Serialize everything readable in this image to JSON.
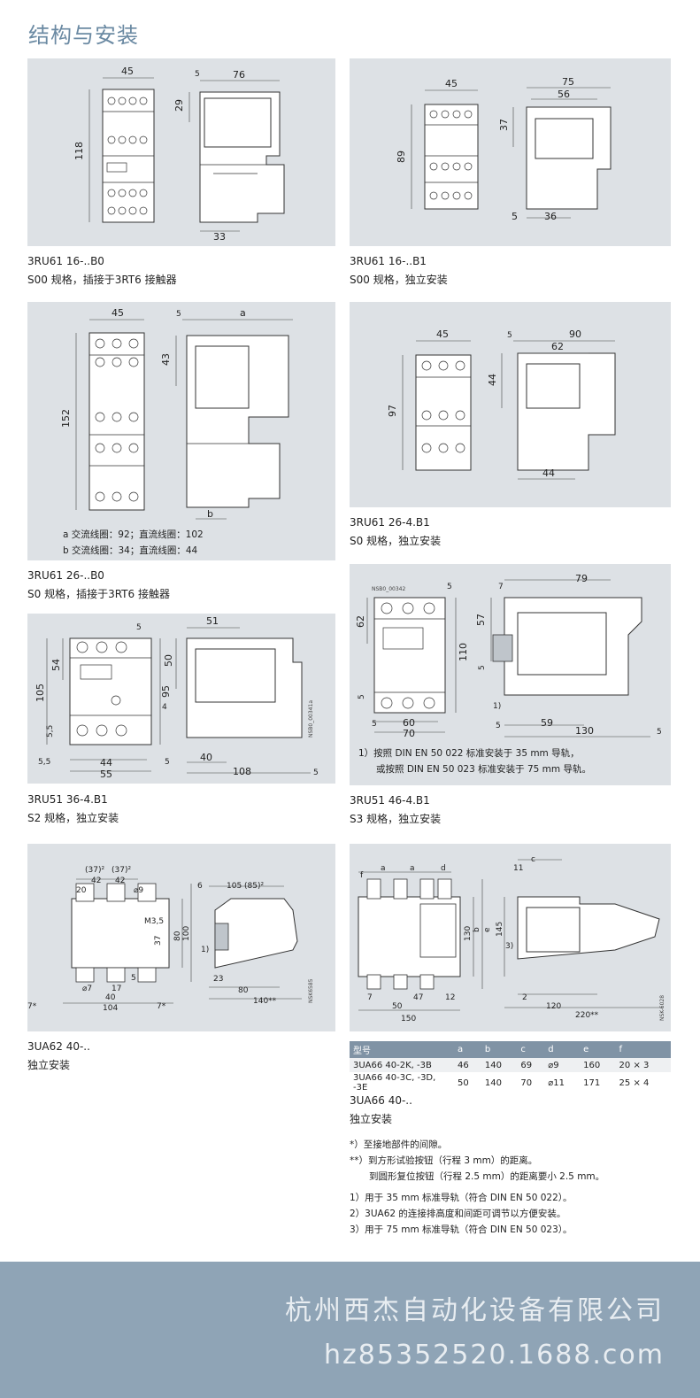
{
  "page": {
    "title": "结构与安装"
  },
  "panels": [
    {
      "model": "3RU61 16-..B0",
      "desc": "S00 规格，插接于3RT6 接触器",
      "dims": {
        "a": "45",
        "b": "76",
        "c": "5",
        "d": "29",
        "e": "118",
        "f": "33"
      }
    },
    {
      "model": "3RU61 16-..B1",
      "desc": "S00 规格，独立安装",
      "dims": {
        "a": "45",
        "b": "75",
        "c": "56",
        "d": "37",
        "e": "89",
        "f": "5",
        "g": "36"
      }
    },
    {
      "model": "3RU61 26-..B0",
      "desc": "S0 规格，插接于3RT6 接触器",
      "dims": {
        "a": "45",
        "b": "5",
        "c": "a",
        "d": "43",
        "e": "152",
        "f": "b"
      },
      "notes": [
        "a  交流线圈：92；直流线圈：102",
        "b  交流线圈：34；直流线圈：44"
      ]
    },
    {
      "model": "3RU61 26-4.B1",
      "desc": "S0 规格，独立安装",
      "dims": {
        "a": "45",
        "b": "5",
        "c": "90",
        "d": "62",
        "e": "44",
        "f": "97",
        "g": "44"
      }
    },
    {
      "model": "3RU51 36-4.B1",
      "desc": "S2 规格，独立安装",
      "dims": {
        "a": "5",
        "b": "51",
        "c": "54",
        "d": "105",
        "e": "95",
        "f": "50",
        "g": "4",
        "h": "5,5",
        "i": "5,5",
        "j": "44",
        "k": "55",
        "l": "5",
        "m": "40",
        "n": "108",
        "o": "5",
        "code": "NSB0_00341a"
      }
    },
    {
      "model": "3RU51 46-4.B1",
      "desc": "S3 规格，独立安装",
      "dims": {
        "code": "NSB0_00342",
        "a": "5",
        "b": "62",
        "c": "110",
        "d": "5",
        "e": "60",
        "f": "70",
        "g": "5",
        "h": "7",
        "i": "79",
        "j": "57",
        "k": "5",
        "l": "59",
        "m": "130",
        "n": "5",
        "o": "1)"
      },
      "notes": [
        "1）按照 DIN EN 50 022 标准安装于 35 mm 导轨，",
        "或按照 DIN EN 50 023 标准安装于 75 mm 导轨。"
      ]
    },
    {
      "model": "3UA62 40-..",
      "desc": "独立安装",
      "dims": {
        "a": "(37)²",
        "b": "(37)²",
        "c": "20",
        "d": "42",
        "e": "42",
        "f": "⌀9",
        "g": "M3,5",
        "h": "80",
        "i": "100",
        "j": "37",
        "k": "⌀7",
        "l": "17",
        "m": "5",
        "n": "40",
        "o": "104",
        "p": "7*",
        "q": "7*",
        "r": "6",
        "s": "105 (85)²",
        "t": "1)",
        "u": "23",
        "v": "80",
        "w": "140**",
        "code": "NSK6585"
      }
    },
    {
      "model": "3UA66 40-..",
      "desc": "独立安装",
      "dims": {
        "a": "a",
        "b": "a",
        "c": "d",
        "d": "f",
        "e": "130",
        "f": "b",
        "g": "e",
        "h": "7",
        "i": "50",
        "j": "47",
        "k": "12",
        "l": "150",
        "m": "c",
        "n": "11",
        "o": "145",
        "p": "3)",
        "q": "2",
        "r": "120",
        "s": "220**",
        "code": "NSK-6028"
      }
    }
  ],
  "spec_table": {
    "headers": [
      "型号",
      "a",
      "b",
      "c",
      "d",
      "e",
      "f"
    ],
    "rows": [
      [
        "3UA66 40-2K, -3B",
        "46",
        "140",
        "69",
        "⌀9",
        "160",
        "20 × 3"
      ],
      [
        "3UA66 40-3C, -3D, -3E",
        "50",
        "140",
        "70",
        "⌀11",
        "171",
        "25 × 4"
      ]
    ]
  },
  "footnotes": [
    "*）至接地部件的间隙。",
    "**）到方形试验按钮（行程 3 mm）的距离。",
    "到圆形复位按钮（行程 2.5 mm）的距离要小 2.5 mm。",
    "1）用于 35 mm 标准导轨（符合 DIN EN 50 022）。",
    "2）3UA62 的连接排高度和间距可调节以方便安装。",
    "3）用于 75 mm 标准导轨（符合 DIN EN 50 023）。"
  ],
  "footer": {
    "company": "杭州西杰自动化设备有限公司",
    "site": "hz85352520.1688.com"
  }
}
